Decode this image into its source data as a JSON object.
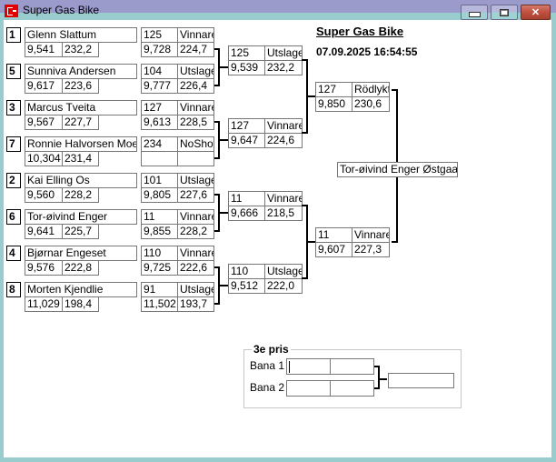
{
  "window": {
    "title": "Super Gas Bike",
    "icon": "app-logo-icon",
    "controls": {
      "minimize": "minimize-icon",
      "maximize": "maximize-icon",
      "close": "close-icon"
    }
  },
  "header": {
    "title": "Super Gas Bike",
    "datetime": "07.09.2025 16:54:55"
  },
  "round1": [
    {
      "seed": "1",
      "name": "Glenn Slattum",
      "q_time": "9,541",
      "q_speed": "232,2",
      "num": "125",
      "result": "Vinnare",
      "time": "9,728",
      "speed": "224,7"
    },
    {
      "seed": "5",
      "name": "Sunniva Andersen",
      "q_time": "9,617",
      "q_speed": "223,6",
      "num": "104",
      "result": "Utslagen",
      "time": "9,777",
      "speed": "226,4"
    },
    {
      "seed": "3",
      "name": "Marcus Tveita",
      "q_time": "9,567",
      "q_speed": "227,7",
      "num": "127",
      "result": "Vinnare",
      "time": "9,613",
      "speed": "228,5"
    },
    {
      "seed": "7",
      "name": "Ronnie Halvorsen Moe",
      "q_time": "10,304",
      "q_speed": "231,4",
      "num": "234",
      "result": "NoShow",
      "time": "",
      "speed": ""
    },
    {
      "seed": "2",
      "name": "Kai Elling Os",
      "q_time": "9,560",
      "q_speed": "228,2",
      "num": "101",
      "result": "Utslagen",
      "time": "9,805",
      "speed": "227,6"
    },
    {
      "seed": "6",
      "name": "Tor-øivind Enger",
      "q_time": "9,641",
      "q_speed": "225,7",
      "num": "11",
      "result": "Vinnare",
      "time": "9,855",
      "speed": "228,2"
    },
    {
      "seed": "4",
      "name": "Bjørnar Engeset",
      "q_time": "9,576",
      "q_speed": "222,8",
      "num": "110",
      "result": "Vinnare",
      "time": "9,725",
      "speed": "222,6"
    },
    {
      "seed": "8",
      "name": "Morten Kjendlie",
      "q_time": "11,029",
      "q_speed": "198,4",
      "num": "91",
      "result": "Utslagen",
      "time": "11,502",
      "speed": "193,7"
    }
  ],
  "quarterfinals": [
    {
      "num": "125",
      "result": "Utslagen",
      "time": "9,539",
      "speed": "232,2"
    },
    {
      "num": "127",
      "result": "Vinnare",
      "time": "9,647",
      "speed": "224,6"
    },
    {
      "num": "11",
      "result": "Vinnare",
      "time": "9,666",
      "speed": "218,5"
    },
    {
      "num": "110",
      "result": "Utslagen",
      "time": "9,512",
      "speed": "222,0"
    }
  ],
  "semifinals": [
    {
      "num": "127",
      "result": "Rödlykta",
      "time": "9,850",
      "speed": "230,6"
    },
    {
      "num": "11",
      "result": "Vinnare",
      "time": "9,607",
      "speed": "227,3"
    }
  ],
  "final": {
    "winner": "Tor-øivind Enger Østgaard"
  },
  "third_place": {
    "label": "3e pris",
    "lanes": [
      {
        "label": "Bana 1",
        "num": "",
        "result": ""
      },
      {
        "label": "Bana 2",
        "num": "",
        "result": ""
      }
    ],
    "winner": ""
  }
}
